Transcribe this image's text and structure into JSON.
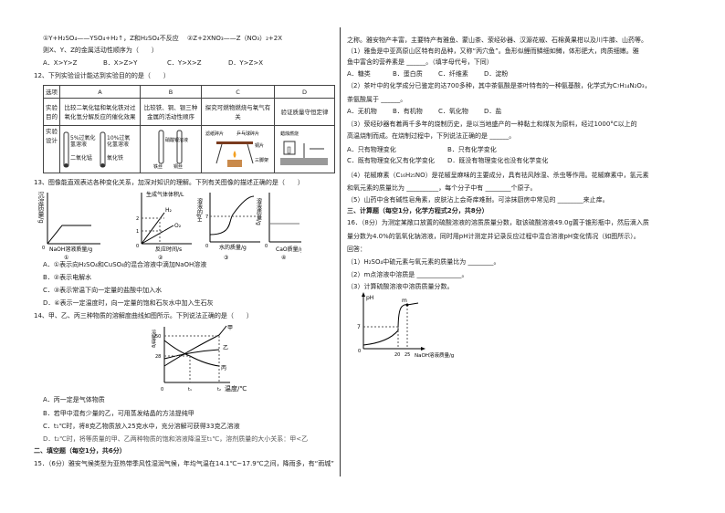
{
  "left": {
    "q11_eq1": "①Y+H₂SO₄——YSO₄+H₂↑，Z和H₂SO₄不反应",
    "q11_eq2": "②Z+2XNO₃——Z（NO₃）₂+2X",
    "q11_stem": "则X、Y、Z的金属活动性顺序为（　　）",
    "q11_options": [
      "A．X>Y>Z",
      "B．X>Z>Y",
      "C．Y>X>Z",
      "D．Y>Z>X"
    ],
    "q12_stem": "12、下列实验设计能达到实验目的的是（　　）",
    "q12_table": {
      "row_headers": [
        "选项",
        "实验目的",
        "实验设计"
      ],
      "columns": [
        "A",
        "B",
        "C",
        "D"
      ],
      "purposes": [
        "比较二氧化锰和氧化铁对过氧化氢分解反应的催化效果",
        "比较铁、铜、银三种金属的活动性顺序",
        "探究可燃物燃烧与氧气有关",
        "验证质量守恒定律"
      ],
      "design_labels": {
        "A": [
          "5%过氧化氢溶液",
          "二氧化锰",
          "10%过氧化氢溶液",
          "氧化铁"
        ],
        "B": [
          "硝酸银溶液",
          "铁丝",
          "铜丝"
        ],
        "C": [
          "滤纸碎片",
          "乒乓球碎片",
          "铜片",
          "三脚架"
        ],
        "D": [
          "蜡烛燃烧"
        ]
      }
    },
    "q13_stem": "13、图像能直观表达各种变化关系，加深对知识的理解。下列有关图像的描述正确的是（　　）",
    "q13_graphs": [
      {
        "ylabel": "沉淀质量/g",
        "xlabel": "NaOH溶液质量/g",
        "origin": "0",
        "num": "①"
      },
      {
        "ylabel": "生成气体体积/L",
        "xlabel": "反应时间/s",
        "origin": "0",
        "num": "②",
        "ticks": [
          "2",
          "1"
        ],
        "series": [
          "H₂",
          "O₂"
        ]
      },
      {
        "ylabel": "溶液的pH",
        "xlabel": "水的质量/g",
        "origin": "0",
        "num": "③",
        "ticks": [
          "7"
        ]
      },
      {
        "ylabel": "溶液质量/g",
        "xlabel": "CaO质量/g",
        "origin": "0",
        "num": "④"
      }
    ],
    "q13_options": [
      "A．①表示向H₂SO₄和CuSO₄的混合溶液中滴加NaOH溶液",
      "B．②表示电解水",
      "C．③表示常温下向一定量的盐酸中加入水",
      "D．④表示一定温度时，向一定量的饱和石灰水中加入生石灰"
    ],
    "q14_stem": "14、甲、乙、丙三种物质的溶解度曲线如图所示。下列说法正确的是（　　）",
    "q14_graph": {
      "ylabel": "溶解度/g",
      "xlabel": "温度/℃",
      "origin": "0",
      "yticks": [
        "50",
        "28"
      ],
      "xticks": [
        "t₁",
        "t₂"
      ],
      "series": [
        "甲",
        "乙",
        "丙"
      ]
    },
    "q14_options": [
      "A．丙一定是气体物质",
      "B．若甲中混有少量的乙，可用蒸发结晶的方法提纯甲",
      "C．t₁℃时，将8克乙物质放入25克水中，充分溶解可获得33克乙溶液",
      "D．t₂℃时，将等质量的甲、乙两种物质的饱和溶液降温至t₁℃，溶剂质量的大小关系：甲<乙"
    ],
    "section2": "二、填空题（每空1分，共6分）",
    "q15_stem": "15．（6分）雅安气候类型为亚热带季风性湿润气候，年均气温在14.1℃~17.9℃之间，降雨多，有“雨城”"
  },
  "right": {
    "lines": [
      "之称。雅安物产丰富，主要特产有雅鱼、蒙山茶、荥经砂器、汉源花椒、石棉黄果柑以及川牛膝、山药等。",
      "（1）雅鱼是中亚高原山区特有的品种，又称“丙穴鱼”。鱼形似鲤而鳞细如鳟，体形肥大，肉质细嫩。雅",
      "鱼中富含的营养素是 ______。（填字母代号，下同）",
      "（2）茶叶中的化学成分已鉴定的达700多种，其中茶氨酸是茶叶特有的一种氨基酸，化学式为C₇H₁₄N₂O₃，",
      "茶氨酸属于 ______。",
      "（3）荥经砂器有着两千多年的烧制历史，是以当地盛产的一种黏土和煤灰为原料，经过1000°C以上的",
      "高温烧制而成。在烧制过程中，下列说法正确的是 ______。",
      "（4）花椒麻素（C₁₆H₂₅NO）是花椒呈麻味的主要成分，具有祛风除湿、杀虫等作用。花椒麻素中，氢元素",
      "和氧元素的质量比为 __________，每个分子中有 ________个原子。",
      "（5）山药中含有碱性皂角素，皮肤沾上会奇痒难耐。可涂抹厨房中常见的 ________来止痒。",
      "三、计算题（每空1分，化学方程式2分，共8分）",
      "16．（8分）为测定某敞口放置的硫酸溶液的溶质质量分数，取该硫酸溶液49.0g置于锥形瓶中，然后滴入质",
      "量分数为4.0%的氢氧化钠溶液，同时用pH计测定并记录反应过程中混合溶液pH变化情况（如图所示）。",
      "回答：",
      "（1）H₂SO₄中硫元素与氧元素的质量比为 ________。",
      "（2）m点溶液中溶质是 ______________。",
      "（3）计算硫酸溶液中溶质质量分数。"
    ],
    "opts1": [
      "A．糖类",
      "B．蛋白质",
      "C．纤维素",
      "D．淀粉"
    ],
    "opts2": [
      "A．无机物",
      "B．有机物",
      "C．氧化物",
      "D．盐"
    ],
    "opts3": [
      "A．只有物理变化",
      "B．只有化学变化",
      "C．既有物理变化又有化学变化",
      "D．既没有物理变化也没有化学变化"
    ],
    "graph": {
      "ylabel": "pH",
      "xlabel": "NaOH溶液质量/g",
      "origin": "0",
      "ytick": "7",
      "xticks": [
        "20",
        "25"
      ],
      "point": "m"
    }
  }
}
